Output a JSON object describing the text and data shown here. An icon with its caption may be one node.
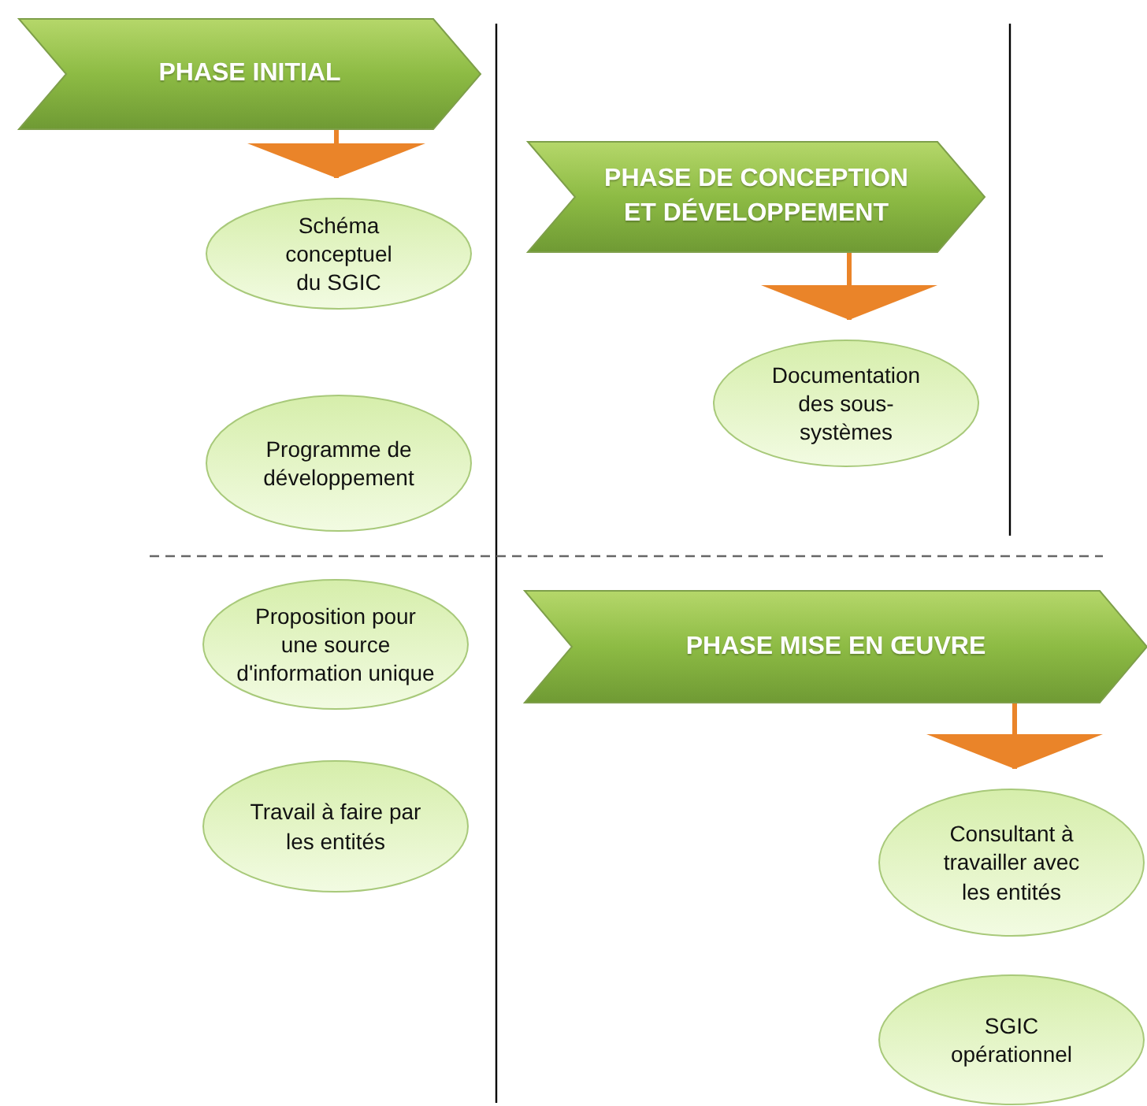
{
  "diagram": {
    "nodes": [
      {
        "text": [
          "PHASE INITIAL"
        ]
      },
      {
        "text": [
          "Schéma conceptuel du SGIC"
        ]
      },
      {
        "text": [
          "Programme de développement"
        ]
      },
      {
        "text": [
          "PHASE DE CONCEPTION ET DÉVELOPPEMENT"
        ]
      },
      {
        "text": [
          "Documentation des sous-systèmes"
        ]
      },
      {
        "text": [
          "Proposition pour une source d'information unique"
        ]
      },
      {
        "text": [
          "Travail à faire par les entités"
        ]
      },
      {
        "text": [
          "PHASE MISE EN ŒUVRE"
        ]
      },
      {
        "text": [
          "Consultant à travailler avec les entités"
        ]
      },
      {
        "text": [
          "SGIC opérationnel"
        ]
      }
    ],
    "edges": [
      {
        "from": 0,
        "to": 1,
        "arrow": "to"
      },
      {
        "from": 3,
        "to": 4,
        "arrow": "to"
      },
      {
        "from": 7,
        "to": 8,
        "arrow": "to"
      }
    ]
  }
}
